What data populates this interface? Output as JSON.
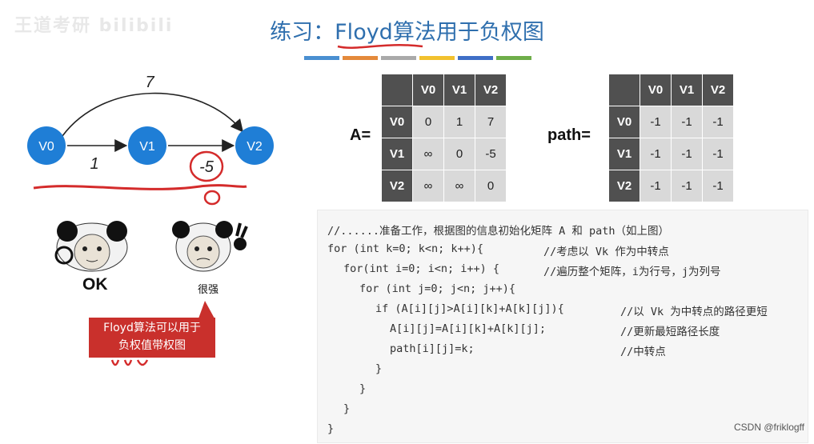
{
  "watermark": "王道考研 bilibili",
  "title": {
    "prefix": "练习：",
    "main": "Floyd算法用于负权图"
  },
  "colors": [
    "#4a8fd1",
    "#e4893b",
    "#a9a9a9",
    "#f2c12e",
    "#3f6fc6",
    "#6fae4a"
  ],
  "graph": {
    "nodes": [
      "V0",
      "V1",
      "V2"
    ],
    "edges": [
      {
        "from": "V0",
        "to": "V2",
        "weight": "7"
      },
      {
        "from": "V0",
        "to": "V1",
        "weight": "1"
      },
      {
        "from": "V1",
        "to": "V2",
        "weight": "-5"
      }
    ]
  },
  "memes": {
    "left_caption": "OK",
    "right_caption": "很强"
  },
  "callout": {
    "line1": "Floyd算法可以用于",
    "line2": "负权值带权图"
  },
  "matrix_A": {
    "label": "A=",
    "headers": [
      "V0",
      "V1",
      "V2"
    ],
    "rows": [
      {
        "name": "V0",
        "values": [
          "0",
          "1",
          "7"
        ]
      },
      {
        "name": "V1",
        "values": [
          "∞",
          "0",
          "-5"
        ]
      },
      {
        "name": "V2",
        "values": [
          "∞",
          "∞",
          "0"
        ]
      }
    ]
  },
  "matrix_path": {
    "label": "path=",
    "headers": [
      "V0",
      "V1",
      "V2"
    ],
    "rows": [
      {
        "name": "V0",
        "values": [
          "-1",
          "-1",
          "-1"
        ]
      },
      {
        "name": "V1",
        "values": [
          "-1",
          "-1",
          "-1"
        ]
      },
      {
        "name": "V2",
        "values": [
          "-1",
          "-1",
          "-1"
        ]
      }
    ]
  },
  "code": {
    "l0": "//......准备工作，根据图的信息初始化矩阵 A 和 path（如上图）",
    "l1_code": "for (int k=0; k<n; k++){",
    "l1_cm": "//考虑以 Vk 作为中转点",
    "l2_code": "for(int i=0; i<n; i++) {",
    "l2_cm": "//遍历整个矩阵，i为行号，j为列号",
    "l3_code": "for (int j=0; j<n; j++){",
    "l4_code": "if (A[i][j]>A[i][k]+A[k][j]){",
    "l4_cm": "//以 Vk 为中转点的路径更短",
    "l5_code": "A[i][j]=A[i][k]+A[k][j];",
    "l5_cm": "//更新最短路径长度",
    "l6_code": "path[i][j]=k;",
    "l6_cm": "//中转点",
    "b1": "}",
    "b2": "}",
    "b3": "}",
    "b4": "}"
  },
  "footer": {
    "csdn": "CSDN @friklogff"
  }
}
